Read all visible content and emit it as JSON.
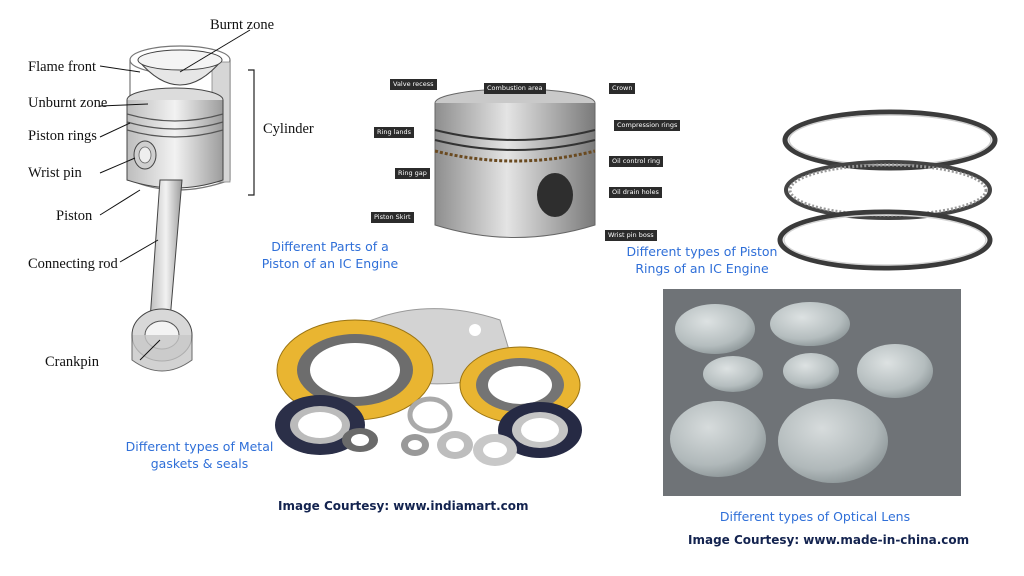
{
  "engine_diagram": {
    "labels": {
      "burnt_zone": "Burnt zone",
      "flame_front": "Flame front",
      "unburnt_zone": "Unburnt zone",
      "piston_rings": "Piston rings",
      "wrist_pin": "Wrist pin",
      "piston": "Piston",
      "connecting_rod": "Connecting rod",
      "crankpin": "Crankpin",
      "cylinder": "Cylinder"
    }
  },
  "piston_parts": {
    "labels": {
      "valve_recess": "Valve recess",
      "combustion_area": "Combustion area",
      "crown": "Crown",
      "ring_lands": "Ring lands",
      "compression_rings": "Compression rings",
      "oil_control_ring": "Oil control ring",
      "ring_gap": "Ring gap",
      "oil_drain_holes": "Oil drain holes",
      "piston_skirt": "Piston Skirt",
      "wrist_pin_boss": "Wrist pin boss"
    },
    "caption_line1": "Different Parts of a",
    "caption_line2": "Piston of an IC Engine"
  },
  "piston_rings_photo": {
    "caption_line1": "Different types of Piston",
    "caption_line2": "Rings of an IC Engine"
  },
  "gaskets_photo": {
    "caption_line1": "Different types of Metal",
    "caption_line2": "gaskets & seals",
    "courtesy": "Image Courtesy: www.indiamart.com"
  },
  "lens_photo": {
    "caption": "Different types of Optical Lens",
    "courtesy": "Image Courtesy: www.made-in-china.com"
  },
  "colors": {
    "caption_blue": "#2f6fd8",
    "courtesy_navy": "#13234f",
    "label_tag_bg": "#2b2b2b",
    "gasket_yellow": "#e9b531",
    "lens_backdrop": "#6f7377"
  }
}
